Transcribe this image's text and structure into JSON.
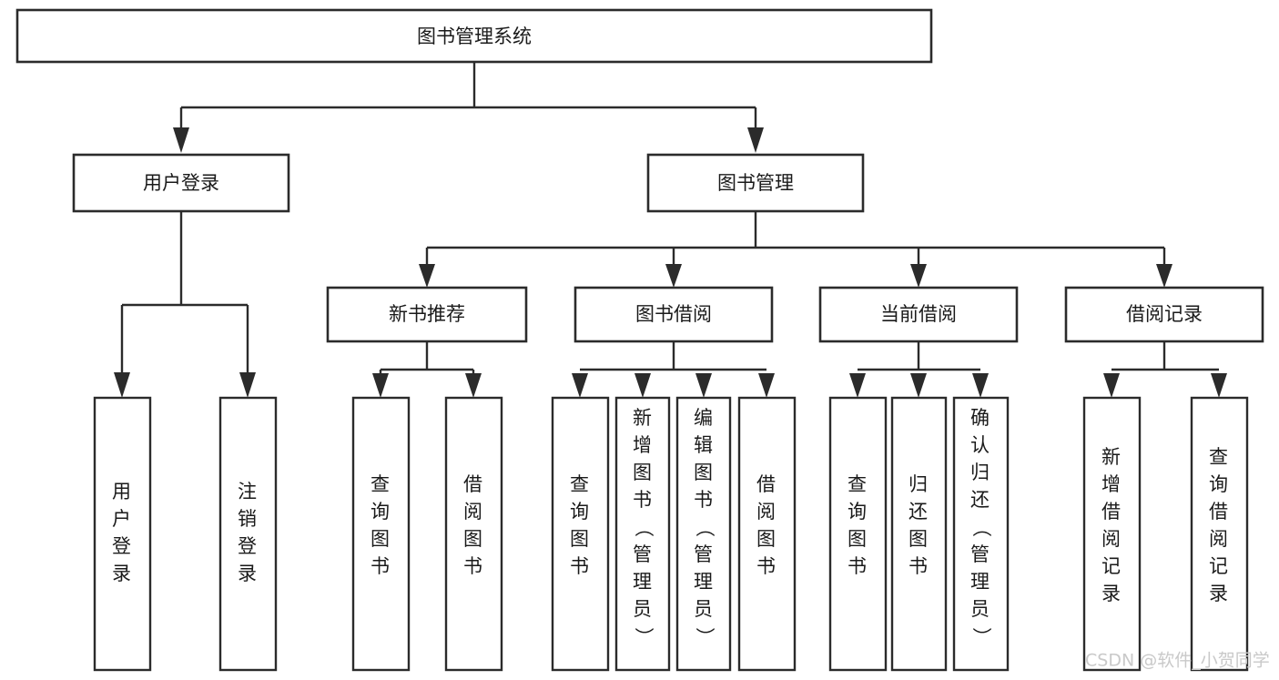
{
  "diagram": {
    "title": "图书管理系统",
    "type": "tree",
    "orientation": "top-down",
    "background_color": "#ffffff",
    "line_color": "#2b2b2b",
    "text_color": "#1a1a1a",
    "root": {
      "id": "root",
      "label": "图书管理系统",
      "text_direction": "horizontal"
    },
    "level2": [
      {
        "id": "user-login",
        "label": "用户登录",
        "text_direction": "horizontal"
      },
      {
        "id": "book-management",
        "label": "图书管理",
        "text_direction": "horizontal"
      }
    ],
    "level3": [
      {
        "id": "new-book-recommend",
        "label": "新书推荐",
        "text_direction": "horizontal",
        "parent": "book-management"
      },
      {
        "id": "book-borrow",
        "label": "图书借阅",
        "text_direction": "horizontal",
        "parent": "book-management"
      },
      {
        "id": "current-borrow",
        "label": "当前借阅",
        "text_direction": "horizontal",
        "parent": "book-management"
      },
      {
        "id": "borrow-record",
        "label": "借阅记录",
        "text_direction": "horizontal",
        "parent": "book-management"
      }
    ],
    "leaves": [
      {
        "id": "leaf-user-login",
        "label": "用户登录",
        "text_direction": "vertical",
        "parent": "user-login"
      },
      {
        "id": "leaf-logout",
        "label": "注销登录",
        "text_direction": "vertical",
        "parent": "user-login"
      },
      {
        "id": "leaf-query-book-1",
        "label": "查询图书",
        "text_direction": "vertical",
        "parent": "new-book-recommend"
      },
      {
        "id": "leaf-borrow-book-1",
        "label": "借阅图书",
        "text_direction": "vertical",
        "parent": "new-book-recommend"
      },
      {
        "id": "leaf-query-book-2",
        "label": "查询图书",
        "text_direction": "vertical",
        "parent": "book-borrow"
      },
      {
        "id": "leaf-add-book",
        "label": "新增图书（管理员）",
        "text_direction": "vertical",
        "parent": "book-borrow"
      },
      {
        "id": "leaf-edit-book",
        "label": "编辑图书（管理员）",
        "text_direction": "vertical",
        "parent": "book-borrow"
      },
      {
        "id": "leaf-borrow-book-2",
        "label": "借阅图书",
        "text_direction": "vertical",
        "parent": "book-borrow"
      },
      {
        "id": "leaf-query-book-3",
        "label": "查询图书",
        "text_direction": "vertical",
        "parent": "current-borrow"
      },
      {
        "id": "leaf-return-book",
        "label": "归还图书",
        "text_direction": "vertical",
        "parent": "current-borrow"
      },
      {
        "id": "leaf-confirm-return",
        "label": "确认归还（管理员）",
        "text_direction": "vertical",
        "parent": "current-borrow"
      },
      {
        "id": "leaf-add-record",
        "label": "新增借阅记录",
        "text_direction": "vertical",
        "parent": "borrow-record"
      },
      {
        "id": "leaf-query-record",
        "label": "查询借阅记录",
        "text_direction": "vertical",
        "parent": "borrow-record"
      }
    ]
  },
  "watermark": {
    "text": "CSDN @软件_小贺同学",
    "color": "#c9c9c9"
  }
}
